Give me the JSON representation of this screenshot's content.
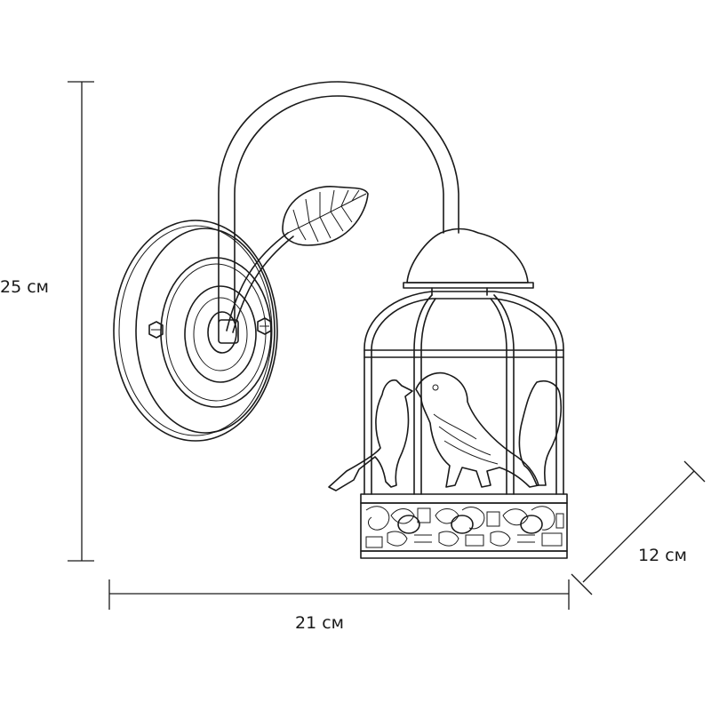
{
  "dimensions": {
    "height": "25 см",
    "width": "21 см",
    "depth": "12 см"
  },
  "colors": {
    "line": "#1a1a1a",
    "background": "#ffffff"
  }
}
